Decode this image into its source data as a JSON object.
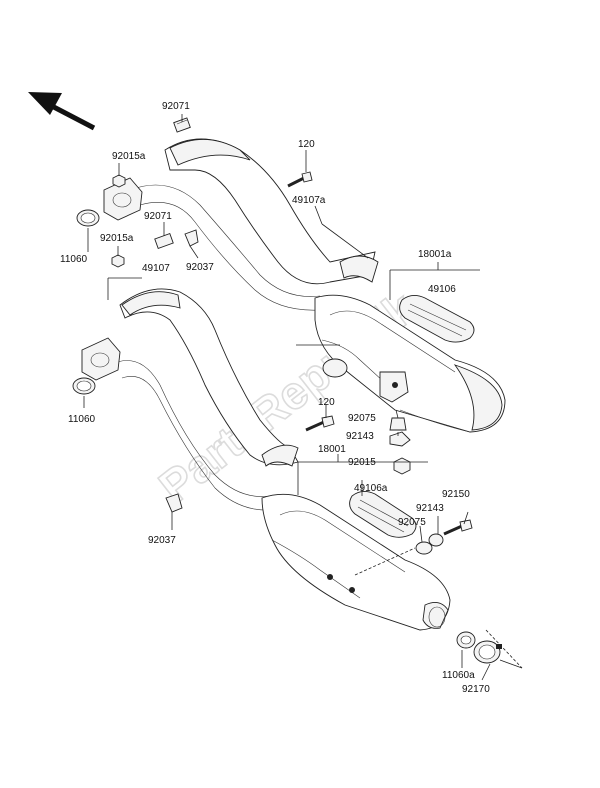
{
  "watermark": "PartsRepublik",
  "part_labels": {
    "p92071_top": "92071",
    "p92015a_top": "92015a",
    "p120_top": "120",
    "p49107a": "49107a",
    "p92071_mid": "92071",
    "p11060_top": "11060",
    "p92015a_mid": "92015a",
    "p92037_top": "92037",
    "p18001a": "18001a",
    "p49107": "49107",
    "p49106": "49106",
    "p11060_mid": "11060",
    "p120_mid": "120",
    "p92075_top": "92075",
    "p92143_top": "92143",
    "p18001": "18001",
    "p92015": "92015",
    "p49106a": "49106a",
    "p92150": "92150",
    "p92143_low": "92143",
    "p92075_low": "92075",
    "p92037_low": "92037",
    "p11060a": "11060a",
    "p92170": "92170"
  }
}
